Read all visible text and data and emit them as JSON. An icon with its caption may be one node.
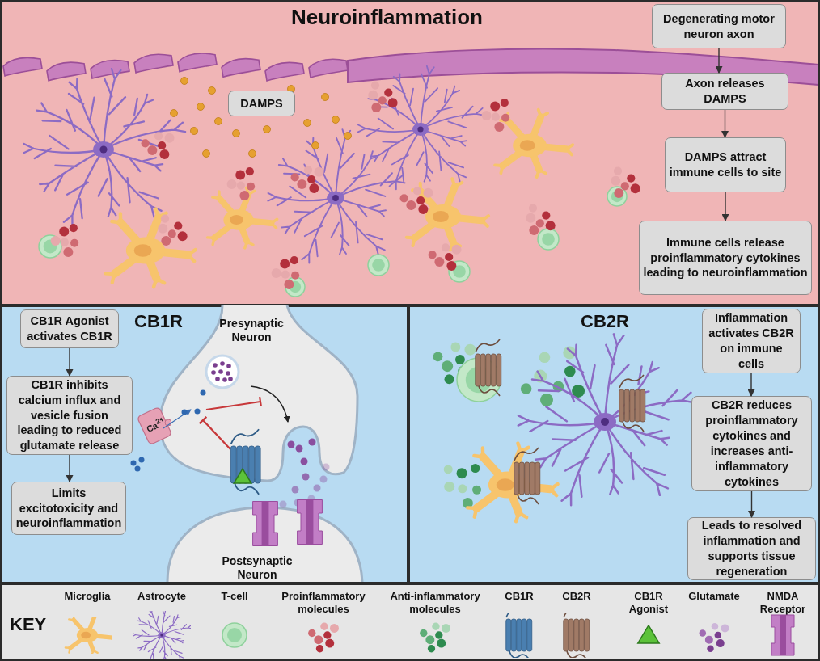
{
  "diagram": {
    "nodes": [
      {
        "text": [
          "Neuroinflammation"
        ]
      },
      {
        "text": [
          "CB1R"
        ]
      },
      {
        "text": [
          "CB2R"
        ]
      },
      {
        "text": [
          "DAMPS"
        ],
        "in": 0
      },
      {
        "text": [
          "Degenerating motor neuron axon"
        ],
        "in": 0
      },
      {
        "text": [
          "Axon releases DAMPS"
        ],
        "in": 0
      },
      {
        "text": [
          "DAMPS attract immune cells to site"
        ],
        "in": 0
      },
      {
        "text": [
          "Immune cells release proinflammatory cytokines leading to neuroinflammation"
        ],
        "in": 0
      },
      {
        "text": [
          "CB1R Agonist activates CB1R"
        ],
        "in": 1
      },
      {
        "text": [
          "CB1R inhibits calcium influx and vesicle fusion leading to reduced glutamate release"
        ],
        "in": 1
      },
      {
        "text": [
          "Limits excitotoxicity and neuroinflammation"
        ],
        "in": 1
      },
      {
        "text": [
          "Presynaptic Neuron"
        ],
        "in": 1
      },
      {
        "text": [
          "Postsynaptic Neuron"
        ],
        "in": 1
      },
      {
        "text": [
          "Inflammation activates CB2R on immune cells"
        ],
        "in": 2
      },
      {
        "text": [
          "CB2R reduces proinflammatory cytokines and increases anti-inflammatory cytokines"
        ],
        "in": 2
      },
      {
        "text": [
          "Leads to resolved inflammation and supports tissue regeneration"
        ],
        "in": 2
      }
    ],
    "edges": [
      {
        "from": 4,
        "to": 5,
        "arrow": "to"
      },
      {
        "from": 5,
        "to": 6,
        "arrow": "to"
      },
      {
        "from": 6,
        "to": 7,
        "arrow": "to"
      },
      {
        "from": 8,
        "to": 9,
        "arrow": "to"
      },
      {
        "from": 9,
        "to": 10,
        "arrow": "to"
      },
      {
        "from": 13,
        "to": 14,
        "arrow": "to"
      },
      {
        "from": 14,
        "to": 15,
        "arrow": "to"
      }
    ],
    "labels": [
      "Ca$^{2+}$",
      "KEY"
    ],
    "legend": [
      {
        "text": "Microglia"
      },
      {
        "text": "Astrocyte"
      },
      {
        "text": "T-cell"
      },
      {
        "text": "Proinflammatory molecules"
      },
      {
        "text": "Anti-inflammatory molecules"
      },
      {
        "text": "CB1R"
      },
      {
        "text": "CB2R"
      },
      {
        "text": "CB1R Agonist"
      },
      {
        "text": "Glutamate"
      },
      {
        "text": "NMDA Receptor"
      }
    ]
  }
}
